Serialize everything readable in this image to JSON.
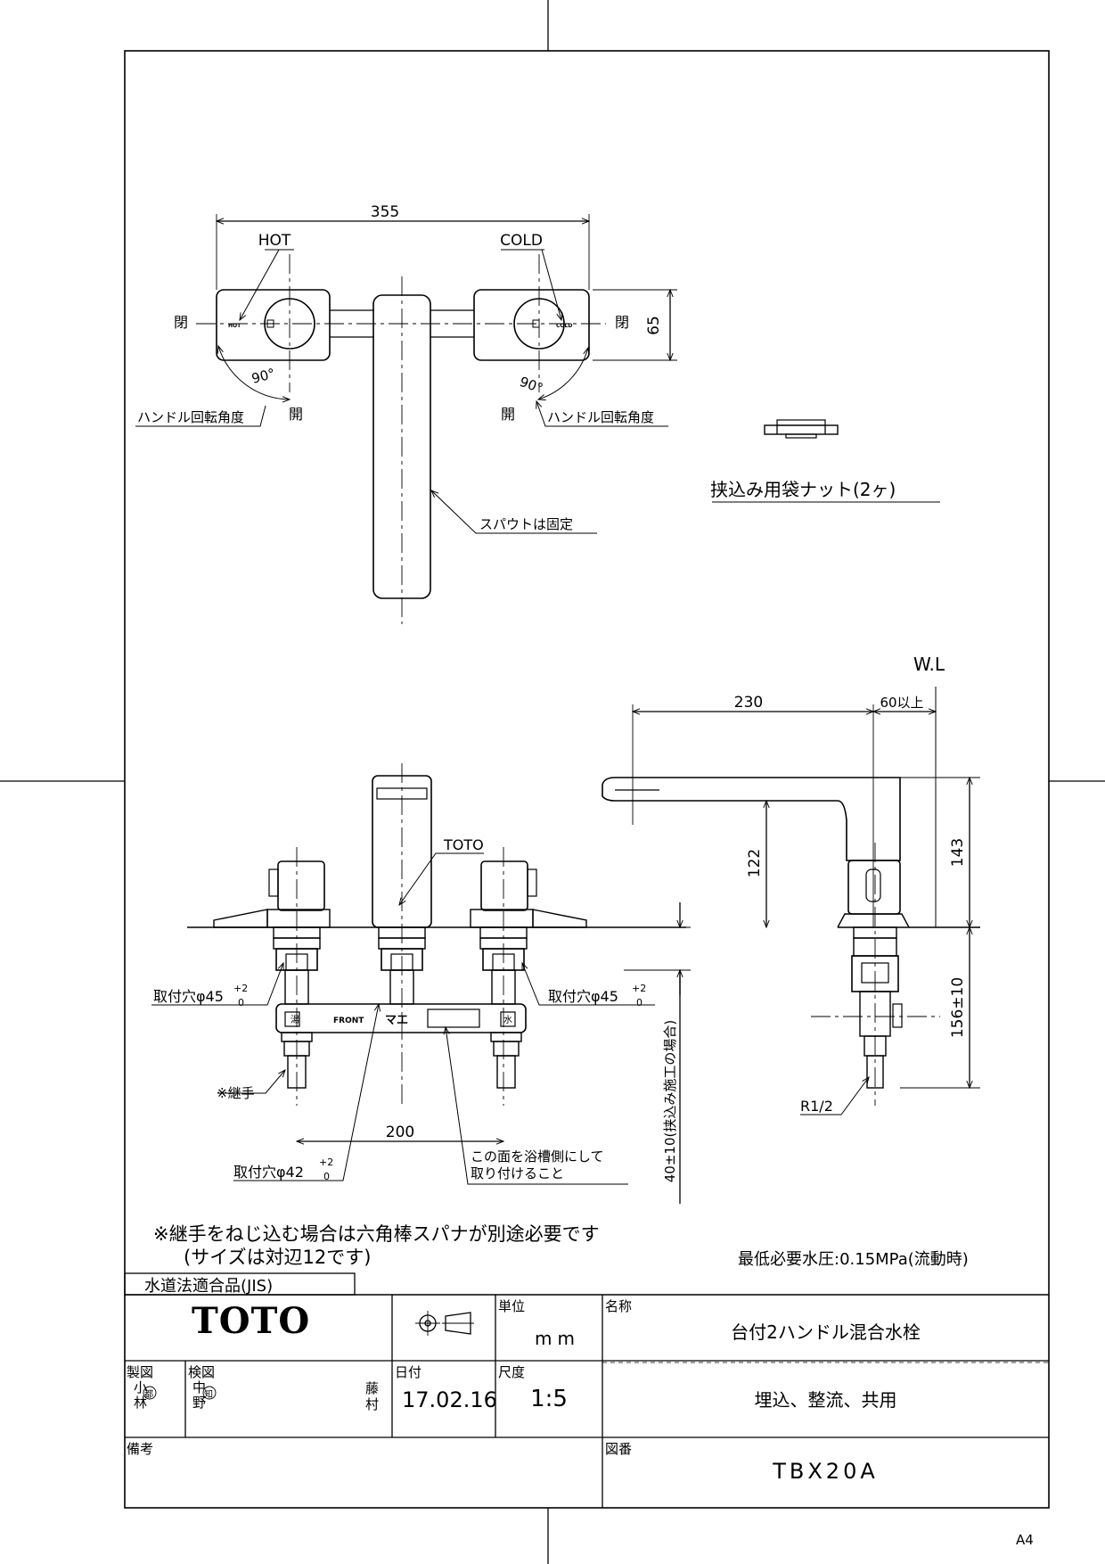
{
  "top_view": {
    "width_dim": "355",
    "hot_label": "HOT",
    "cold_label": "COLD",
    "height_dim": "65",
    "close_left": "閉",
    "close_right": "閉",
    "open_left": "開",
    "open_right": "開",
    "angle_left": "90°",
    "angle_right": "90°",
    "handle_angle_left": "ハンドル回転角度",
    "handle_angle_right": "ハンドル回転角度",
    "spout_fixed": "スパウトは固定",
    "hot_mark": "HOT",
    "cold_mark": "COLD"
  },
  "nut": {
    "label": "挟込み用袋ナット(2ヶ)"
  },
  "front_view": {
    "toto_label": "TOTO",
    "hole_left": "取付穴φ45",
    "hole_right": "取付穴φ45",
    "tol_plus": "+2",
    "tol_zero": "0",
    "front_mark": "FRONT",
    "mae_mark": "マエ",
    "joint_label": "※継手",
    "spacing_dim": "200",
    "hole_center": "取付穴φ42",
    "face_note_1": "この面を浴槽側にして",
    "face_note_2": "取り付けること",
    "vertical_note": "40±10(挟込み施工の場合)",
    "hot_mark": "湯",
    "cold_mark": "水"
  },
  "side_view": {
    "wl": "W.L",
    "reach_dim": "230",
    "clearance_dim": "60以上",
    "height_dim": "143",
    "spout_height_dim": "122",
    "below_dim": "156±10",
    "thread": "R1/2"
  },
  "notes": {
    "line1": "※継手をねじ込む場合は六角棒スパナが別途必要です",
    "line2": "(サイズは対辺12です)",
    "pressure": "最低必要水圧:0.15MPa(流動時)"
  },
  "title_block": {
    "compliance": "水道法適合品(JIS)",
    "brand": "TOTO",
    "unit_header": "単位",
    "unit_value": "mm",
    "name_header": "名称",
    "name_value": "台付2ハンドル混合水栓",
    "drawn_header": "製図",
    "drawn_value_1": "小林",
    "drawn_value_2": "都",
    "checked_header": "検図",
    "checked_value_1": "中野",
    "checked_value_2": "知",
    "approver_1": "藤",
    "approver_2": "村",
    "date_header": "日付",
    "date_value": "17.02.16",
    "scale_header": "尺度",
    "scale_value": "1:5",
    "spec_value": "埋込、整流、共用",
    "remarks_header": "備考",
    "number_header": "図番",
    "number_value": "TBX20A",
    "paper_size": "A4"
  }
}
